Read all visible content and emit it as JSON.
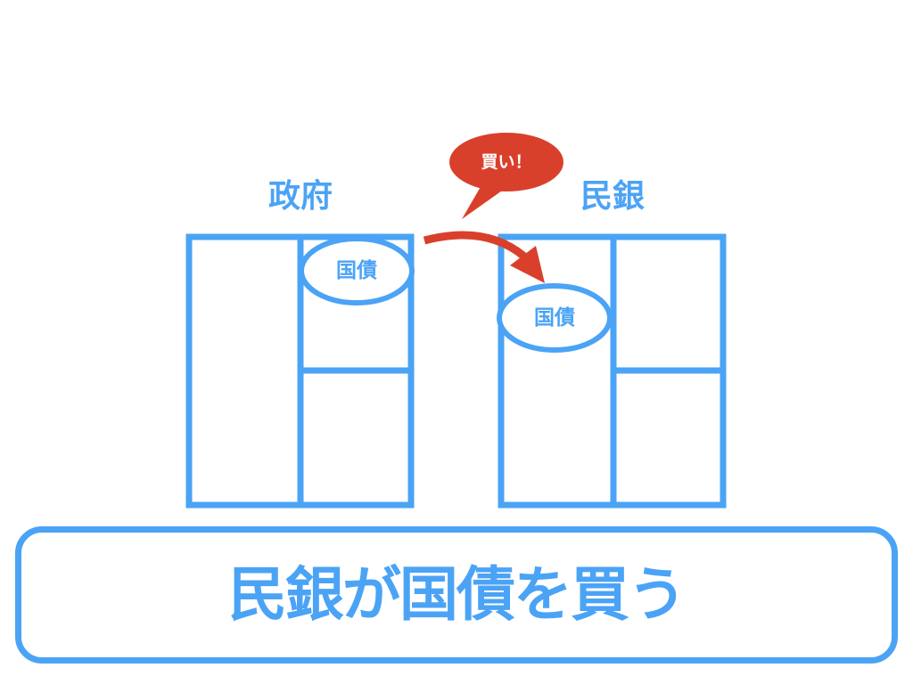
{
  "colors": {
    "primary_blue": "#4ba3f5",
    "accent_red": "#d9402b",
    "background": "#ffffff"
  },
  "government": {
    "title": "政府",
    "bond_label": "国債"
  },
  "private_bank": {
    "title": "民銀",
    "bond_label": "国債"
  },
  "speech_bubble": {
    "text": "買い！"
  },
  "arrow": {
    "direction": "government-to-private-bank",
    "icon": "curved-arrow-icon"
  },
  "caption": {
    "text": "民銀が国債を買う"
  }
}
